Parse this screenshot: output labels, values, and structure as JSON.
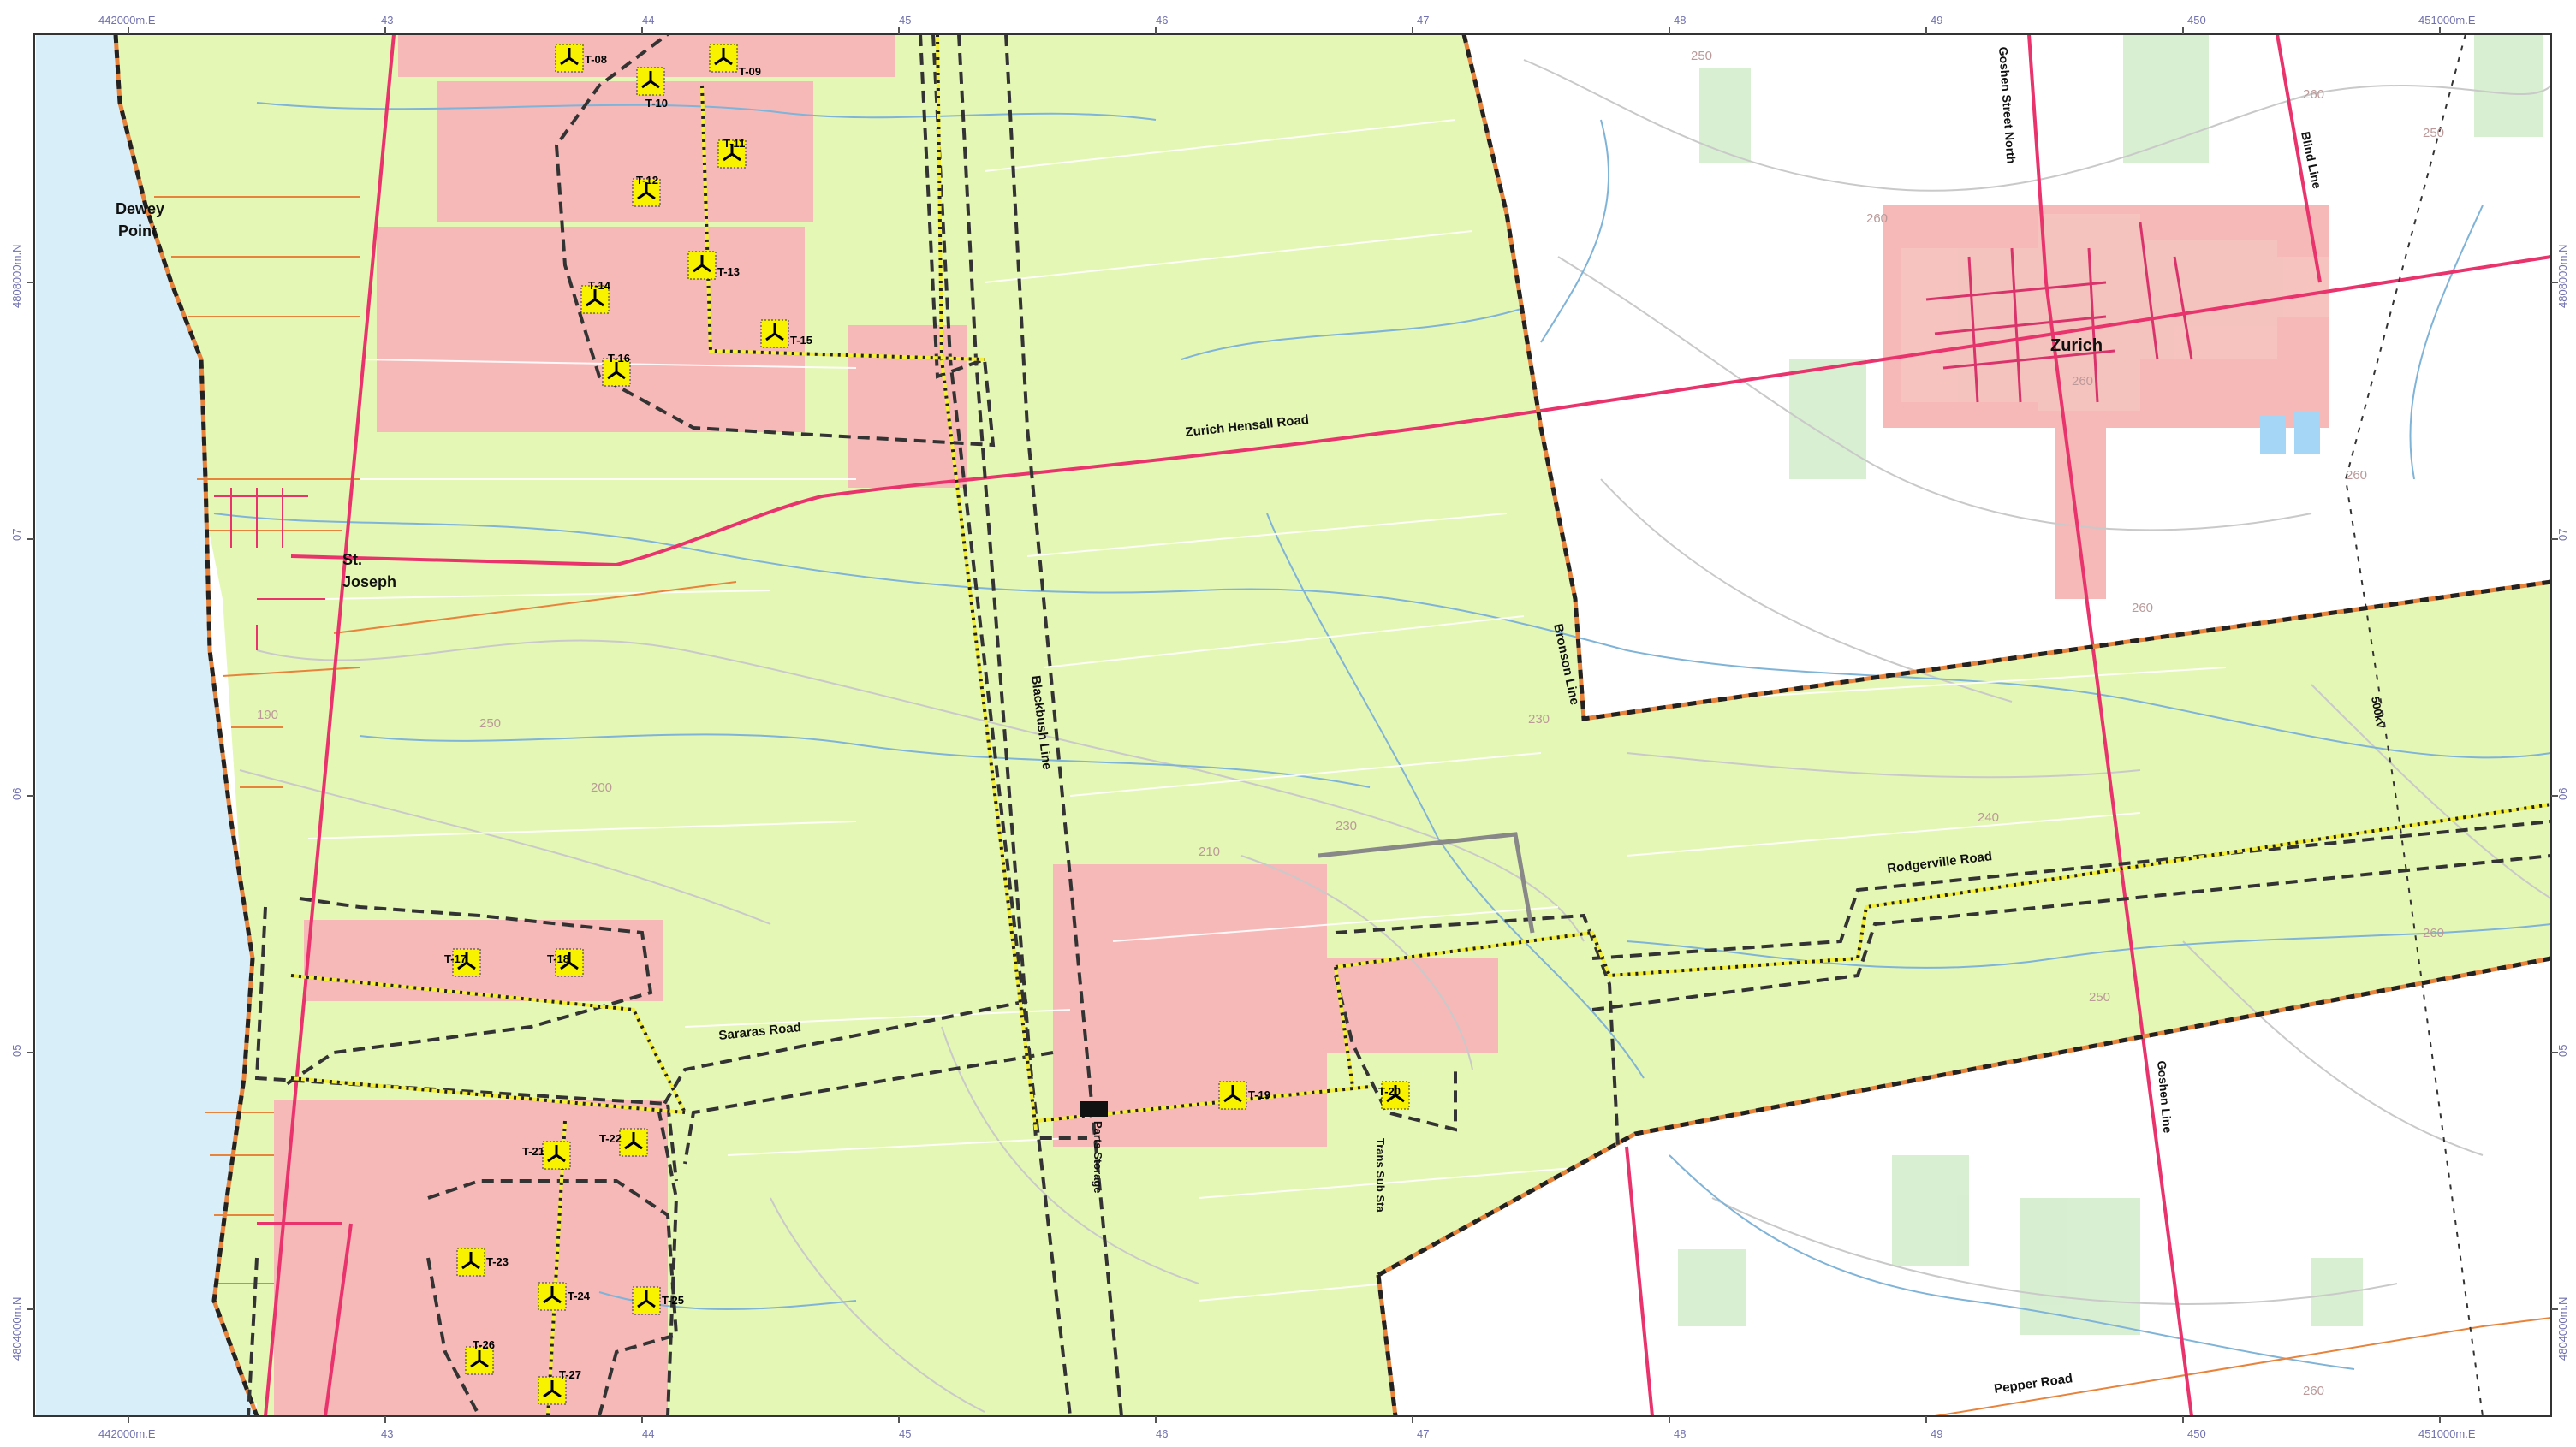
{
  "map": {
    "towns": [
      {
        "id": "dewey",
        "lines": [
          "Dewey",
          "Point"
        ]
      },
      {
        "id": "stjoseph",
        "lines": [
          "St.",
          "Joseph"
        ]
      },
      {
        "id": "zurich",
        "lines": [
          "Zurich"
        ]
      }
    ],
    "roads": [
      {
        "id": "zurich-hensall",
        "label": "Zurich Hensall Road"
      },
      {
        "id": "blackbush",
        "label": "Blackbush Line"
      },
      {
        "id": "bronson",
        "label": "Bronson Line"
      },
      {
        "id": "rodgerville",
        "label": "Rodgerville Road"
      },
      {
        "id": "sararas",
        "label": "Sararas Road"
      },
      {
        "id": "goshen-north",
        "label": "Goshen Street North"
      },
      {
        "id": "goshen-line",
        "label": "Goshen Line"
      },
      {
        "id": "blind",
        "label": "Blind Line"
      },
      {
        "id": "pepper",
        "label": "Pepper Road"
      },
      {
        "id": "parts",
        "label": "Parts Storage"
      },
      {
        "id": "trans",
        "label": "Trans Sub Sta"
      },
      {
        "id": "500kv",
        "label": "500kV"
      }
    ],
    "turbines": [
      "T-08",
      "T-09",
      "T-10",
      "T-11",
      "T-12",
      "T-13",
      "T-14",
      "T-15",
      "T-16",
      "T-17",
      "T-18",
      "T-19",
      "T-20",
      "T-21",
      "T-22",
      "T-23",
      "T-24",
      "T-25",
      "T-26",
      "T-27"
    ],
    "contours": [
      "250",
      "260",
      "250",
      "260",
      "260",
      "260",
      "190",
      "200",
      "210",
      "230",
      "230",
      "240",
      "260",
      "250",
      "260",
      "250",
      "260"
    ],
    "grid_top": [
      "442000m.E",
      "43",
      "44",
      "45",
      "46",
      "47",
      "48",
      "49",
      "450",
      "451000m.E"
    ],
    "grid_bottom": [
      "442000m.E",
      "43",
      "44",
      "45",
      "46",
      "47",
      "48",
      "49",
      "450",
      "451000m.E"
    ],
    "grid_left": [
      "4808000m.N",
      "07",
      "06",
      "05",
      "4804000m.N"
    ],
    "grid_right": [
      "4808000m.N",
      "07",
      "06",
      "05",
      "4804000m.N"
    ],
    "colors": {
      "study_area": "#e4f7b5",
      "leased": "#f7b8b8",
      "lake": "#d8eef8",
      "road_major": "#e8336c",
      "road_minor": "#e8833c",
      "stream": "#7fb3d8",
      "contour": "#c9c9c9",
      "buffer": "#333333",
      "collector": "#f4ef3a",
      "turbine_bg": "#f8f200"
    }
  }
}
